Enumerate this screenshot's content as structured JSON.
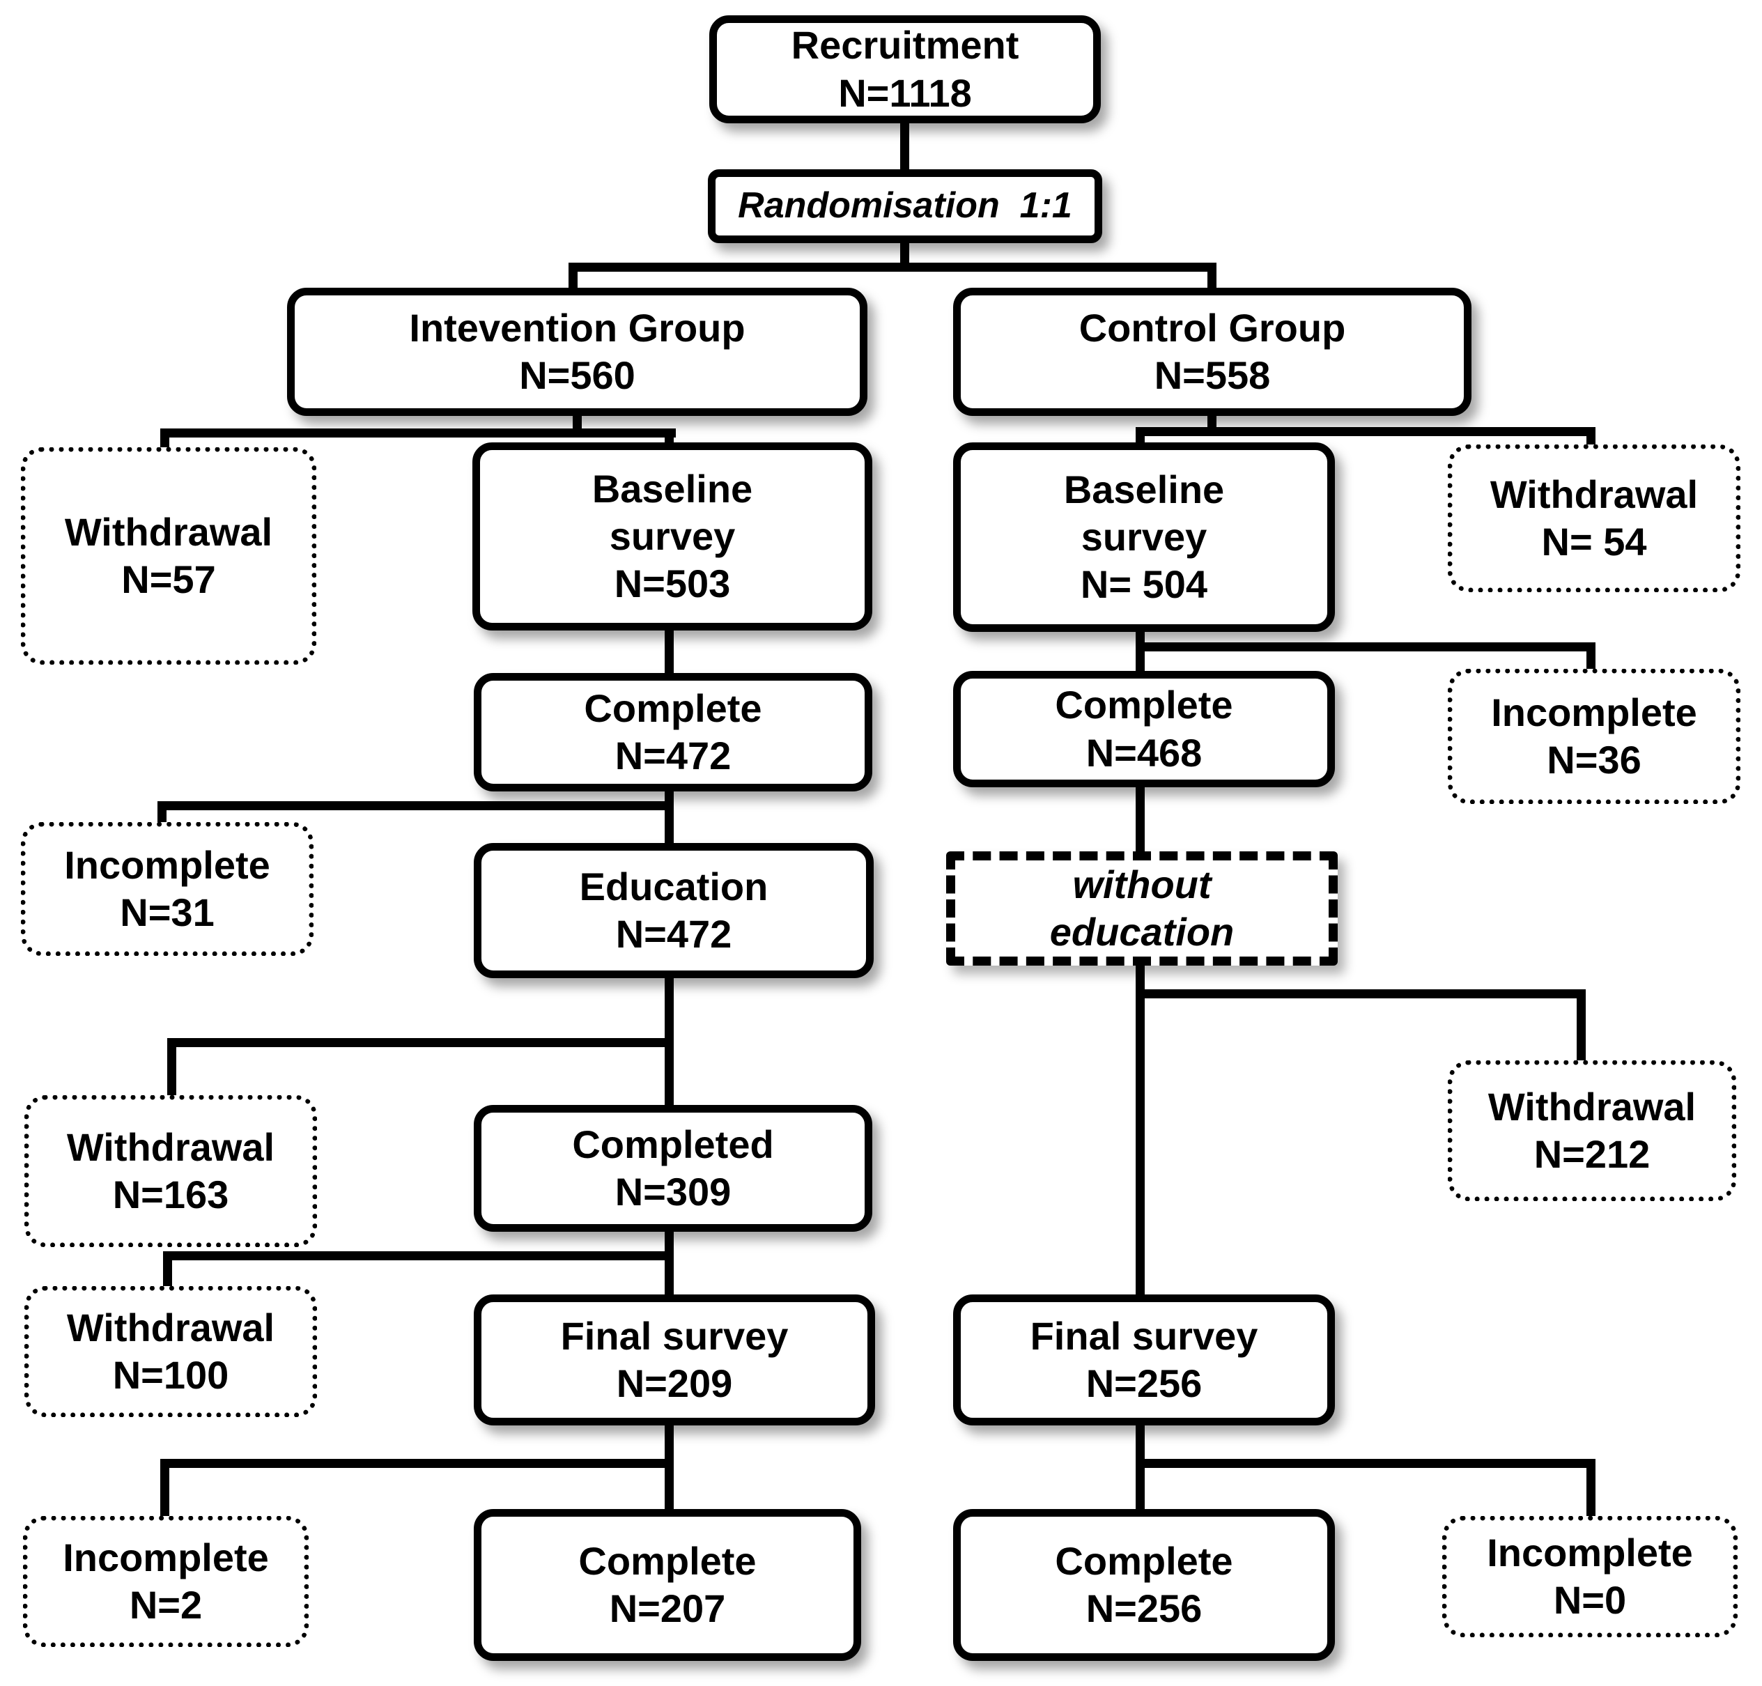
{
  "diagram_type": "flowchart",
  "description": "Randomised trial participant flow diagram",
  "colors": {
    "line": "#000000",
    "box_fill": "#ffffff",
    "text": "#000000"
  },
  "nodes": {
    "recruitment": {
      "lines": [
        "Recruitment",
        "N=1118"
      ]
    },
    "randomisation": {
      "lines": [
        "Randomisation  1:1"
      ]
    },
    "intervention_group": {
      "lines": [
        "Intevention Group",
        "N=560"
      ]
    },
    "control_group": {
      "lines": [
        "Control Group",
        "N=558"
      ]
    },
    "withdrawal_baseline_i": {
      "lines": [
        "Withdrawal",
        "N=57"
      ]
    },
    "baseline_survey_i": {
      "lines": [
        "Baseline",
        "survey",
        "N=503"
      ]
    },
    "baseline_survey_c": {
      "lines": [
        "Baseline",
        "survey",
        "N= 504"
      ]
    },
    "withdrawal_baseline_c": {
      "lines": [
        "Withdrawal",
        "N= 54"
      ]
    },
    "complete_baseline_i": {
      "lines": [
        "Complete",
        "N=472"
      ]
    },
    "complete_baseline_c": {
      "lines": [
        "Complete",
        "N=468"
      ]
    },
    "incomplete_baseline_c": {
      "lines": [
        "Incomplete",
        "N=36"
      ]
    },
    "incomplete_baseline_i": {
      "lines": [
        "Incomplete",
        "N=31"
      ]
    },
    "education": {
      "lines": [
        "Education",
        "N=472"
      ]
    },
    "without_education": {
      "lines": [
        "without",
        "education"
      ]
    },
    "withdrawal_education_i": {
      "lines": [
        "Withdrawal",
        "N=163"
      ]
    },
    "completed_education": {
      "lines": [
        "Completed",
        "N=309"
      ]
    },
    "withdrawal_final_c": {
      "lines": [
        "Withdrawal",
        "N=212"
      ]
    },
    "withdrawal_final_i": {
      "lines": [
        "Withdrawal",
        "N=100"
      ]
    },
    "final_survey_i": {
      "lines": [
        "Final survey",
        "N=209"
      ]
    },
    "final_survey_c": {
      "lines": [
        "Final survey",
        "N=256"
      ]
    },
    "incomplete_final_i": {
      "lines": [
        "Incomplete",
        "N=2"
      ]
    },
    "complete_final_i": {
      "lines": [
        "Complete",
        "N=207"
      ]
    },
    "complete_final_c": {
      "lines": [
        "Complete",
        "N=256"
      ]
    },
    "incomplete_final_c": {
      "lines": [
        "Incomplete",
        "N=0"
      ]
    }
  }
}
